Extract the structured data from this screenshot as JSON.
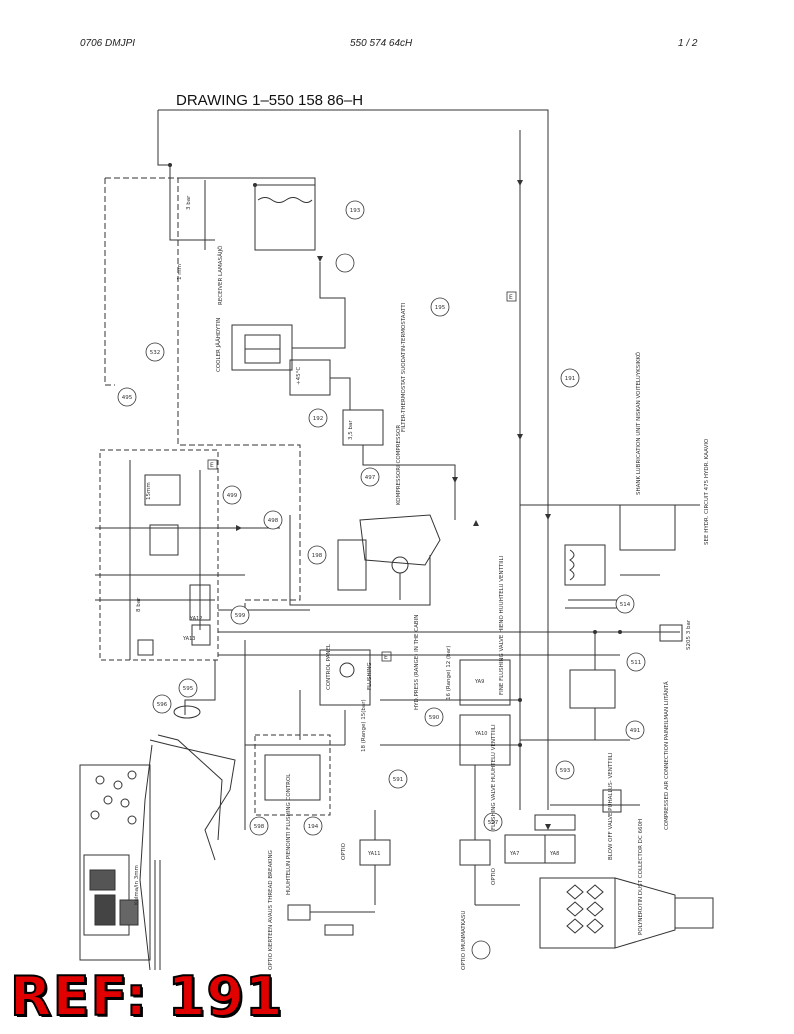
{
  "header": {
    "left": "0706   DMJPI",
    "center": "550 574 64cH",
    "right": "1 /   2"
  },
  "drawing_title": "DRAWING 1–550 158 86–H",
  "ref_label": "REF: 191",
  "callouts": [
    "193",
    "195",
    "191",
    "532",
    "495",
    "192",
    "497",
    "498",
    "499",
    "198",
    "599",
    "595",
    "596",
    "591",
    "590",
    "511",
    "491",
    "593",
    "597",
    "194",
    "598",
    "514"
  ],
  "component_labels": {
    "receiver": "RECEIVER LAMASÄIJÖ",
    "cooler": "COOLER JÄÄHDYTIN",
    "filter_thermostat": "FILTER-THERMOSTAT SUODATIN-TERMOSTAATTI",
    "compressor": "KOMPRESSORI COMPRESSOR",
    "control_panel": "CONTROL PANEL",
    "flushing": "FLUSHING",
    "hyd_press": "HYD.PRESS (RANGE) IN THE CABIN",
    "fine_flushing": "FINE FLUSHING VALVE HIENO HUUHTELU VENTTIILI",
    "flushing_valve": "FLUSHING VALVE HUUHTELU VENTTIILI",
    "huuhtelu_control": "HUUHTELUN PIENOINTI FLUSHING CONTROL",
    "blow_off": "BLOW OFF VALVE PUHALLUS- VENTTIILI",
    "compressed_air": "COMPRESSED AIR CONNECTION PAINEILMAN LIITÄNTÄ",
    "dust_collector": "POLYNEROTIN DUST COLLECTOR DC 660H",
    "shank_lubrication": "SHANK LUBRICATION UNIT NISKAN VOITELUYKSIKKÖ",
    "see_hydr_circuit": "SEE HYDR. CIRCUIT 475 HYDR. KAAVIO",
    "optio_thread": "OPTIO KIERTEEN AVAUS THREAD BREAKING",
    "optio_imu": "OPTIO IMUNMATKASU",
    "optio": "OPTIO",
    "s205": "S205 3 bar",
    "range_18": "18 (Range) 15(bar)",
    "range_16": "16 (Range) 12 (bar)",
    "pressure_3bar": "3 bar",
    "pressure_8bar": "8 bar",
    "pressure_35bar": "3,5 bar",
    "temp_45": "+45°C",
    "kulma": "Kulma/in 3mm",
    "dim_15mm": "15mm",
    "mm": "1 mm",
    "e_box": "E",
    "yv_labels": [
      "YA7",
      "YA8",
      "YA9",
      "YA10",
      "YA11",
      "YA12",
      "YA13"
    ]
  }
}
